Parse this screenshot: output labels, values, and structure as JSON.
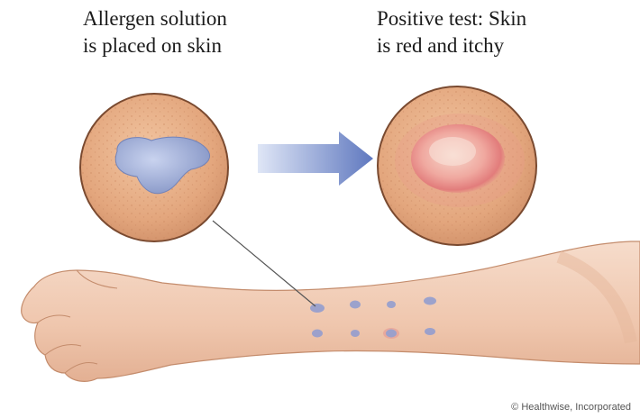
{
  "captions": {
    "left": [
      "Allergen solution",
      "is placed on skin"
    ],
    "right": [
      "Positive test: Skin",
      "is red and itchy"
    ]
  },
  "credit": "© Healthwise, Incorporated",
  "colors": {
    "skin": "#e9b48d",
    "skin_dark": "#c98b65",
    "allergen": "#9fb0d8",
    "wheal": "#e88a86",
    "arrow": "#6f86c4"
  },
  "icons": {
    "arrow": "right-arrow",
    "arm": "forearm-illustration"
  }
}
